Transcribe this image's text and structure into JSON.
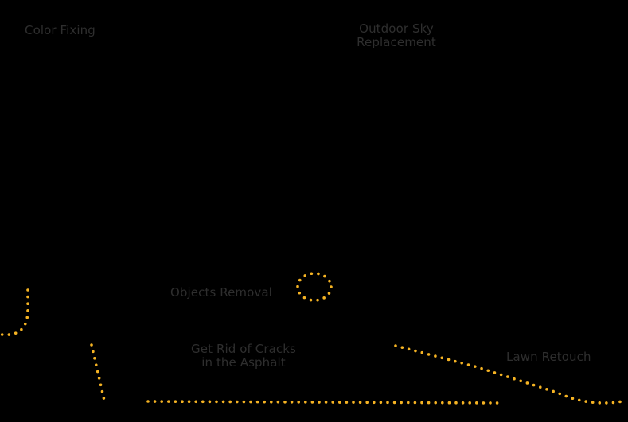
{
  "labels": {
    "color_fixing": "Color Fixing",
    "outdoor_sky_line1": "Outdoor Sky",
    "outdoor_sky_line2": "Replacement",
    "objects_removal": "Objects Removal",
    "cracks_line1": "Get Rid of Cracks",
    "cracks_line2": "in the Asphalt",
    "lawn_retouch": "Lawn Retouch"
  },
  "colors": {
    "background": "#000000",
    "label_text": "#2e2e2e",
    "dotted_highlight": "#f5b323"
  }
}
